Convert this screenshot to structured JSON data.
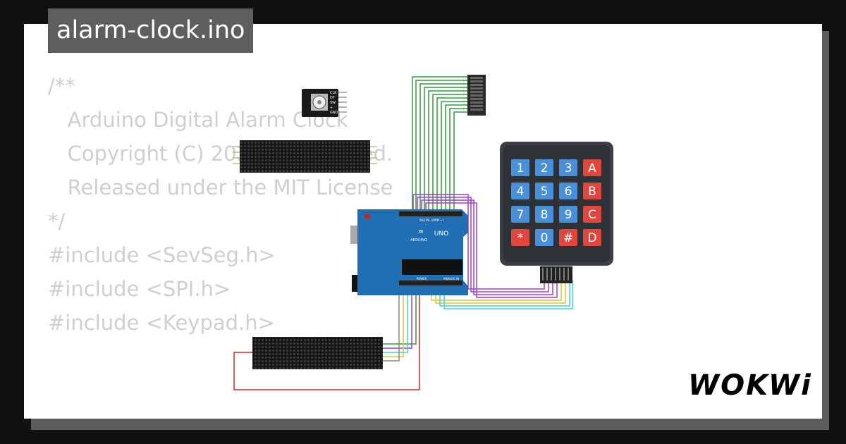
{
  "badge": {
    "filename": "alarm-clock.ino"
  },
  "code": {
    "lines": [
      "/**",
      "   Arduino Digital Alarm Clock",
      "",
      "   Copyright (C) 2020, Uri Shaked.",
      "   Released under the MIT License",
      "",
      "*/",
      "",
      "#include <SevSeg.h>",
      "#include <SPI.h>",
      "#include <Keypad.h>"
    ]
  },
  "arduino": {
    "brand": "ARDUINO",
    "model": "UNO",
    "digital_label": "DIGITAL (PWM ~)",
    "power_label": "POWER",
    "analog_label": "ANALOG IN"
  },
  "encoder": {
    "pins": [
      "CLK",
      "DT",
      "SW",
      "+",
      "GND"
    ]
  },
  "keypad": {
    "keys": [
      "1",
      "2",
      "3",
      "A",
      "4",
      "5",
      "6",
      "B",
      "7",
      "8",
      "9",
      "C",
      "*",
      "0",
      "#",
      "D"
    ]
  },
  "logo": {
    "text": "WOKWi"
  },
  "colors": {
    "number_key": "#4a90d9",
    "letter_key": "#e0463e",
    "board": "#1f6fb2",
    "wire_green": "#2e9e3a",
    "wire_purple": "#a23bd6",
    "wire_red": "#d22828"
  }
}
